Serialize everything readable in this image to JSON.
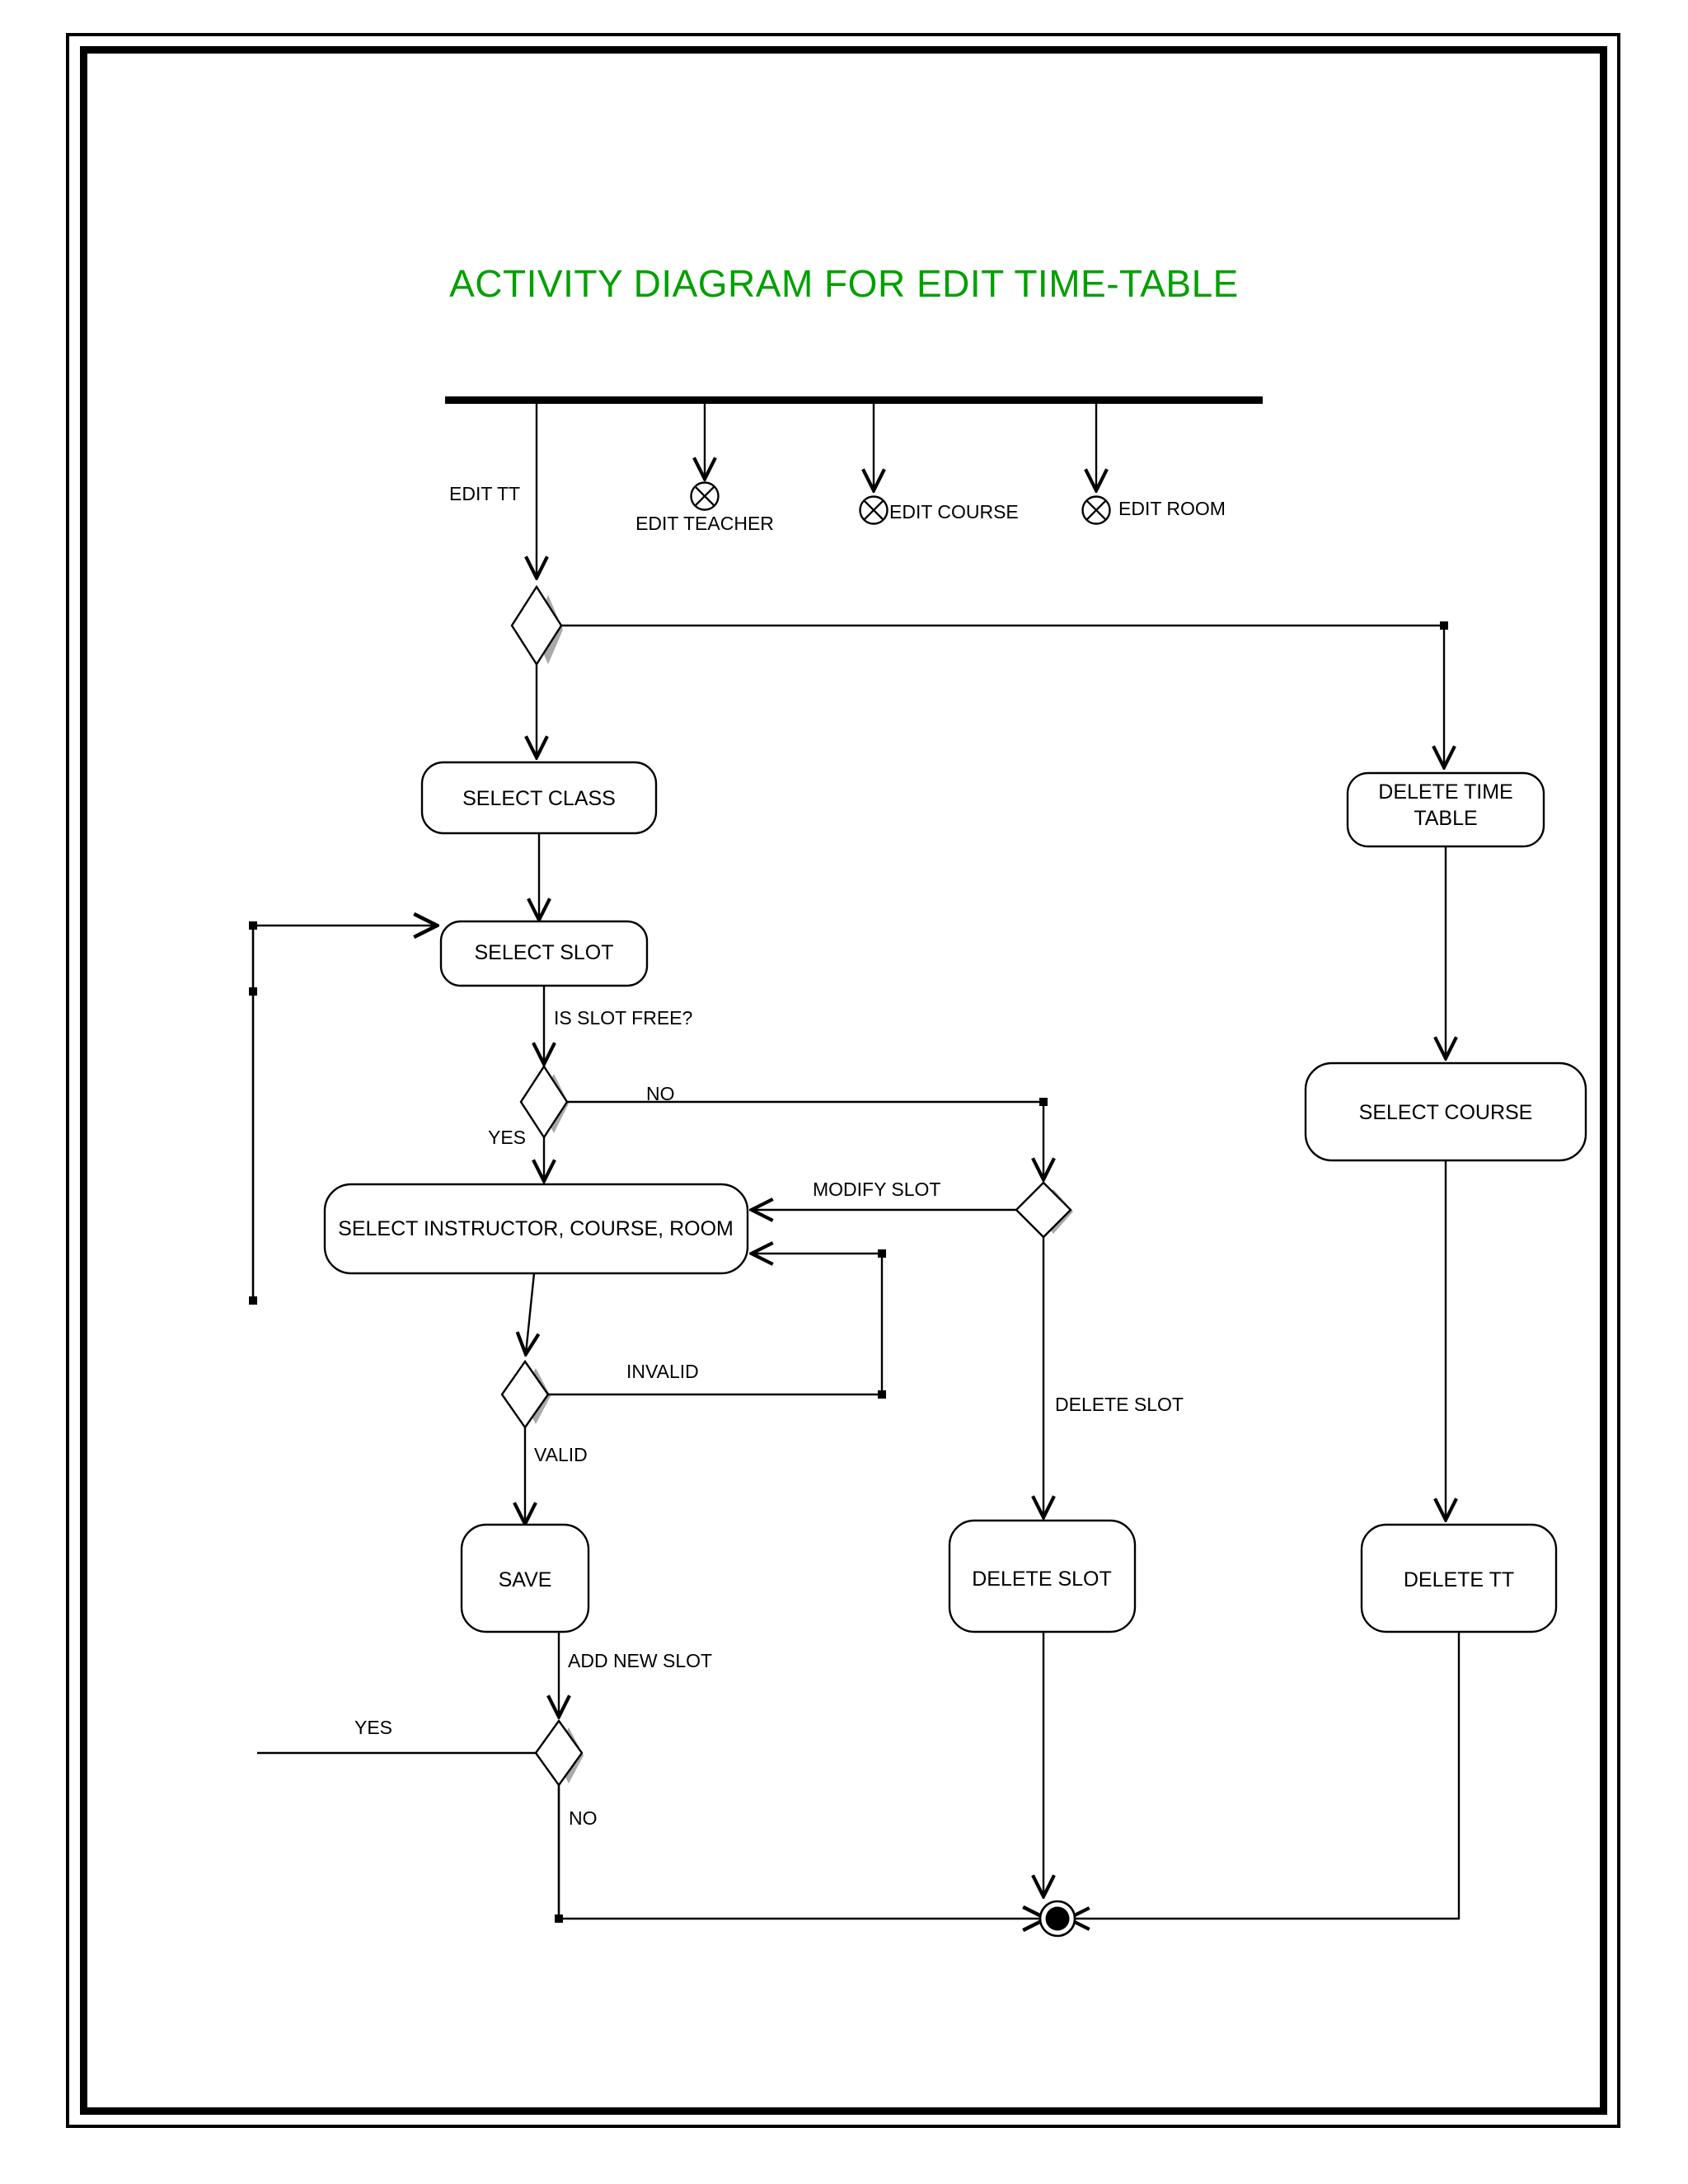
{
  "diagram": {
    "title": "ACTIVITY DIAGRAM FOR EDIT TIME-TABLE",
    "title_color": "#00a000",
    "line_color": "#000000",
    "shadow_color": "#a9a9a9",
    "background": "#ffffff",
    "type": "uml-activity-diagram"
  },
  "nodes": {
    "fork_bar": {
      "kind": "fork-bar"
    },
    "activity_select_class": {
      "kind": "activity",
      "label": "SELECT CLASS"
    },
    "activity_select_slot": {
      "kind": "activity",
      "label": "SELECT SLOT"
    },
    "activity_select_instructor": {
      "kind": "activity",
      "label": "SELECT INSTRUCTOR, COURSE, ROOM"
    },
    "activity_save": {
      "kind": "activity",
      "label": "SAVE"
    },
    "activity_delete_slot": {
      "kind": "activity",
      "label": "DELETE SLOT"
    },
    "activity_delete_time_table": {
      "kind": "activity",
      "label_line1": "DELETE TIME",
      "label_line2": "TABLE"
    },
    "activity_select_course": {
      "kind": "activity",
      "label": "SELECT COURSE"
    },
    "activity_delete_tt": {
      "kind": "activity",
      "label": "DELETE TT"
    },
    "decision_edit_mode": {
      "kind": "decision"
    },
    "decision_slot_free": {
      "kind": "decision"
    },
    "decision_modify_slot": {
      "kind": "decision"
    },
    "decision_validity": {
      "kind": "decision"
    },
    "decision_add_new_slot": {
      "kind": "decision"
    },
    "flow_final_edit_teacher": {
      "kind": "flow-final",
      "label": "EDIT TEACHER"
    },
    "flow_final_edit_course": {
      "kind": "flow-final",
      "label": "EDIT COURSE"
    },
    "flow_final_edit_room": {
      "kind": "flow-final",
      "label": "EDIT ROOM"
    },
    "activity_final": {
      "kind": "activity-final"
    }
  },
  "edge_labels": {
    "edit_tt": "EDIT TT",
    "is_slot_free": "IS SLOT FREE?",
    "slot_free_yes": "YES",
    "slot_free_no": "NO",
    "modify_slot": "MODIFY SLOT",
    "delete_slot": "DELETE SLOT",
    "invalid": "INVALID",
    "valid": "VALID",
    "add_new_slot": "ADD NEW SLOT",
    "add_new_slot_yes": "YES",
    "add_new_slot_no": "NO"
  }
}
